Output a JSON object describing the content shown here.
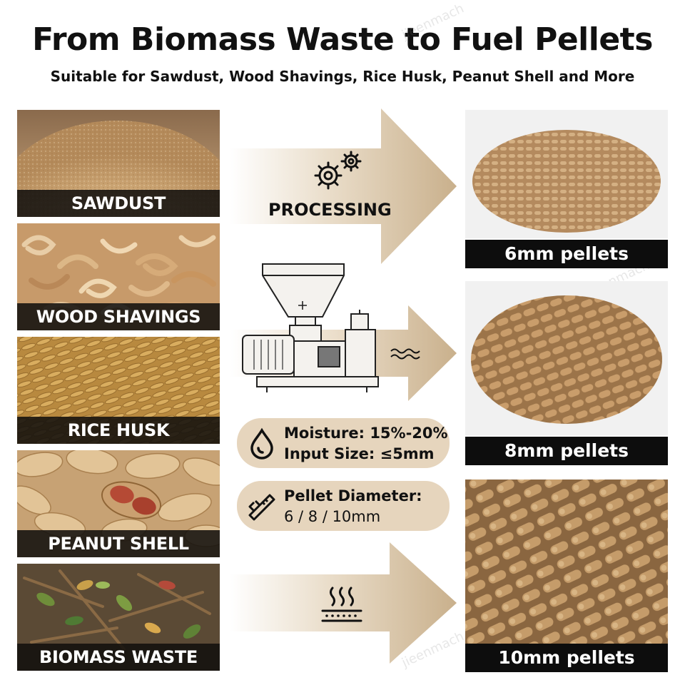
{
  "header": {
    "title": "From Biomass Waste to Fuel Pellets",
    "subtitle": "Suitable for Sawdust, Wood Shavings, Rice Husk, Peanut Shell and More"
  },
  "materials": [
    {
      "label": "SAWDUST"
    },
    {
      "label": "WOOD SHAVINGS"
    },
    {
      "label": "RICE HUSK"
    },
    {
      "label": "PEANUT SHELL"
    },
    {
      "label": "BIOMASS WASTE"
    }
  ],
  "process": {
    "label": "PROCESSING"
  },
  "specs": {
    "moisture": "Moisture: 15%-20%",
    "input_size": "Input Size: ≤5mm",
    "pellet_diameter_label": "Pellet Diameter:",
    "pellet_diameter_value": "6 / 8 / 10mm"
  },
  "pellets": [
    {
      "label": "6mm pellets"
    },
    {
      "label": "8mm pellets"
    },
    {
      "label": "10mm pellets"
    }
  ],
  "watermark": "jieenmach",
  "colors": {
    "arrow": "#cbb594",
    "pill": "#e6d5bd",
    "label_bg": "#0d0d0d",
    "text": "#111111"
  }
}
